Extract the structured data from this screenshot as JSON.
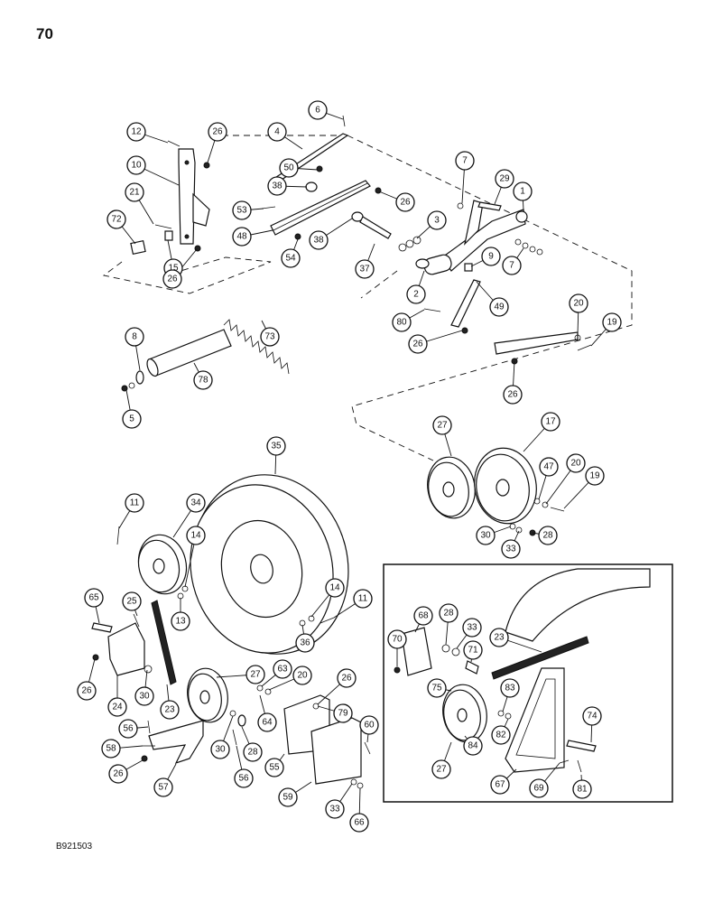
{
  "page": {
    "number": "70",
    "ref_code": "B921503"
  },
  "callouts": [
    {
      "label": "6"
    },
    {
      "label": "4"
    },
    {
      "label": "12"
    },
    {
      "label": "26"
    },
    {
      "label": "10"
    },
    {
      "label": "50"
    },
    {
      "label": "7"
    },
    {
      "label": "29"
    },
    {
      "label": "1"
    },
    {
      "label": "38"
    },
    {
      "label": "26"
    },
    {
      "label": "21"
    },
    {
      "label": "53"
    },
    {
      "label": "3"
    },
    {
      "label": "72"
    },
    {
      "label": "48"
    },
    {
      "label": "38"
    },
    {
      "label": "7"
    },
    {
      "label": "9"
    },
    {
      "label": "15"
    },
    {
      "label": "26"
    },
    {
      "label": "54"
    },
    {
      "label": "37"
    },
    {
      "label": "2"
    },
    {
      "label": "49"
    },
    {
      "label": "20"
    },
    {
      "label": "80"
    },
    {
      "label": "19"
    },
    {
      "label": "8"
    },
    {
      "label": "73"
    },
    {
      "label": "26"
    },
    {
      "label": "78"
    },
    {
      "label": "5"
    },
    {
      "label": "26"
    },
    {
      "label": "35"
    },
    {
      "label": "27"
    },
    {
      "label": "17"
    },
    {
      "label": "11"
    },
    {
      "label": "34"
    },
    {
      "label": "47"
    },
    {
      "label": "20"
    },
    {
      "label": "19"
    },
    {
      "label": "14"
    },
    {
      "label": "30"
    },
    {
      "label": "28"
    },
    {
      "label": "33"
    },
    {
      "label": "65"
    },
    {
      "label": "25"
    },
    {
      "label": "13"
    },
    {
      "label": "14"
    },
    {
      "label": "11"
    },
    {
      "label": "68"
    },
    {
      "label": "28"
    },
    {
      "label": "33"
    },
    {
      "label": "36"
    },
    {
      "label": "70"
    },
    {
      "label": "71"
    },
    {
      "label": "23"
    },
    {
      "label": "26"
    },
    {
      "label": "30"
    },
    {
      "label": "27"
    },
    {
      "label": "63"
    },
    {
      "label": "20"
    },
    {
      "label": "26"
    },
    {
      "label": "75"
    },
    {
      "label": "83"
    },
    {
      "label": "24"
    },
    {
      "label": "23"
    },
    {
      "label": "64"
    },
    {
      "label": "79"
    },
    {
      "label": "82"
    },
    {
      "label": "74"
    },
    {
      "label": "56"
    },
    {
      "label": "60"
    },
    {
      "label": "84"
    },
    {
      "label": "58"
    },
    {
      "label": "28"
    },
    {
      "label": "26"
    },
    {
      "label": "30"
    },
    {
      "label": "56"
    },
    {
      "label": "55"
    },
    {
      "label": "27"
    },
    {
      "label": "67"
    },
    {
      "label": "69"
    },
    {
      "label": "81"
    },
    {
      "label": "57"
    },
    {
      "label": "59"
    },
    {
      "label": "33"
    },
    {
      "label": "66"
    }
  ]
}
